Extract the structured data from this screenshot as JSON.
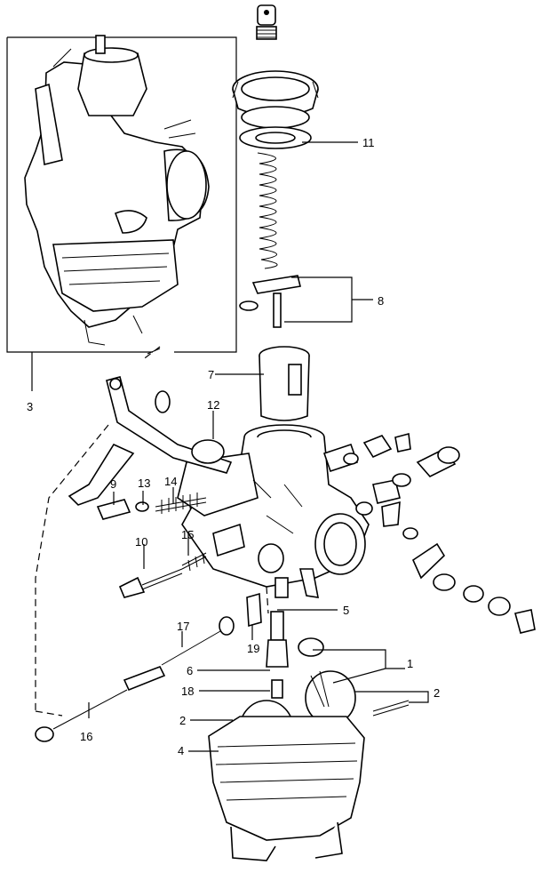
{
  "callouts": {
    "c1": "1",
    "c2a": "2",
    "c2b": "2",
    "c3": "3",
    "c4": "4",
    "c5": "5",
    "c6": "6",
    "c7": "7",
    "c8": "8",
    "c9": "9",
    "c10": "10",
    "c11": "11",
    "c12": "12",
    "c13": "13",
    "c14": "14",
    "c15": "15",
    "c16": "16",
    "c17": "17",
    "c18": "18",
    "c19": "19"
  }
}
